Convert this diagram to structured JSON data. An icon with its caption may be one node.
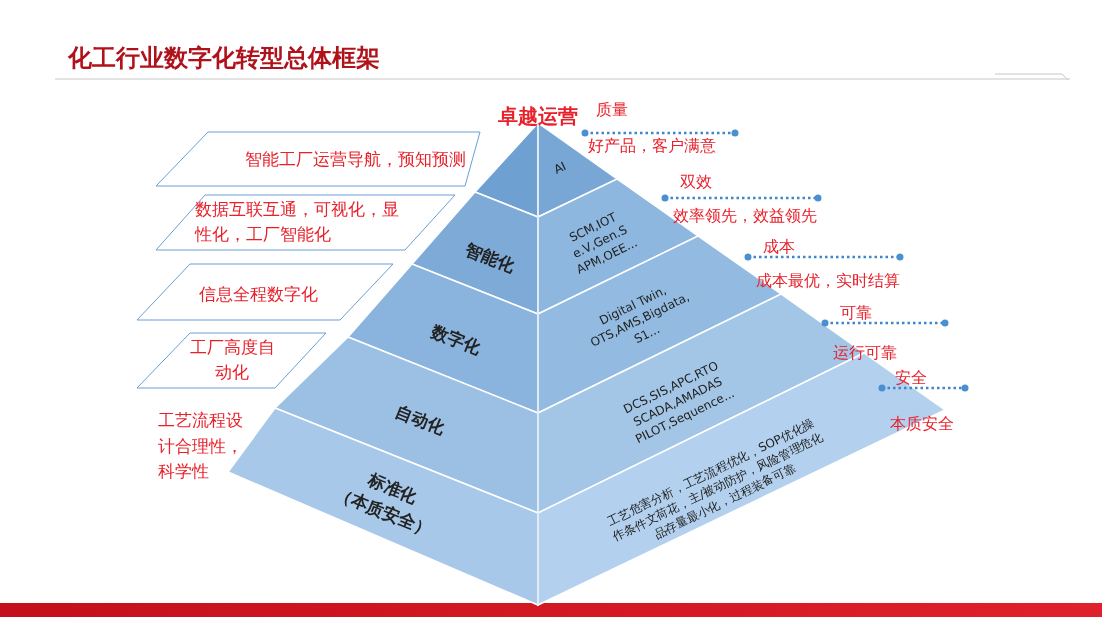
{
  "diagram": {
    "title": "化工行业数字化转型总体框架",
    "nodes": [
      {
        "text": [],
        "shape": "triangle"
      },
      {
        "text": [
          "智能化"
        ]
      },
      {
        "text": [
          "数字化"
        ]
      },
      {
        "text": [
          "自动化"
        ]
      },
      {
        "text": [
          "标准化（本质安全）"
        ]
      },
      {
        "text": [
          "AI"
        ]
      },
      {
        "text": [
          "SCM,IOT e.V,Gen.S APM,OEE..."
        ]
      },
      {
        "text": [
          "Digital Twin, OTS,AMS,Bigdata, S1..."
        ]
      },
      {
        "text": [
          "DCS,SIS,APC,RTO SCADA,AMADAS PILOT,Sequence..."
        ]
      },
      {
        "text": [
          "工艺危害分析，工艺流程优化，SOP优化操作条件文荷花，主/被动防护，风险管理危化品存量最小化，过程装备可靠"
        ]
      },
      {
        "text": [
          "智能工厂运营导航，预知预测"
        ]
      },
      {
        "text": [
          "数据互联互通，可视化，显性化，工厂智能化"
        ]
      },
      {
        "text": [
          "信息全程数字化"
        ]
      },
      {
        "text": [
          "工厂高度自动化"
        ]
      }
    ],
    "labels": [
      "卓越运营",
      "质量",
      "好产品，客户满意",
      "双效",
      "效率领先，效益领先",
      "成本",
      "成本最优，实时结算",
      "可靠",
      "运行可靠",
      "安全",
      "本质安全",
      "工艺流程设计合理性，科学性"
    ]
  }
}
